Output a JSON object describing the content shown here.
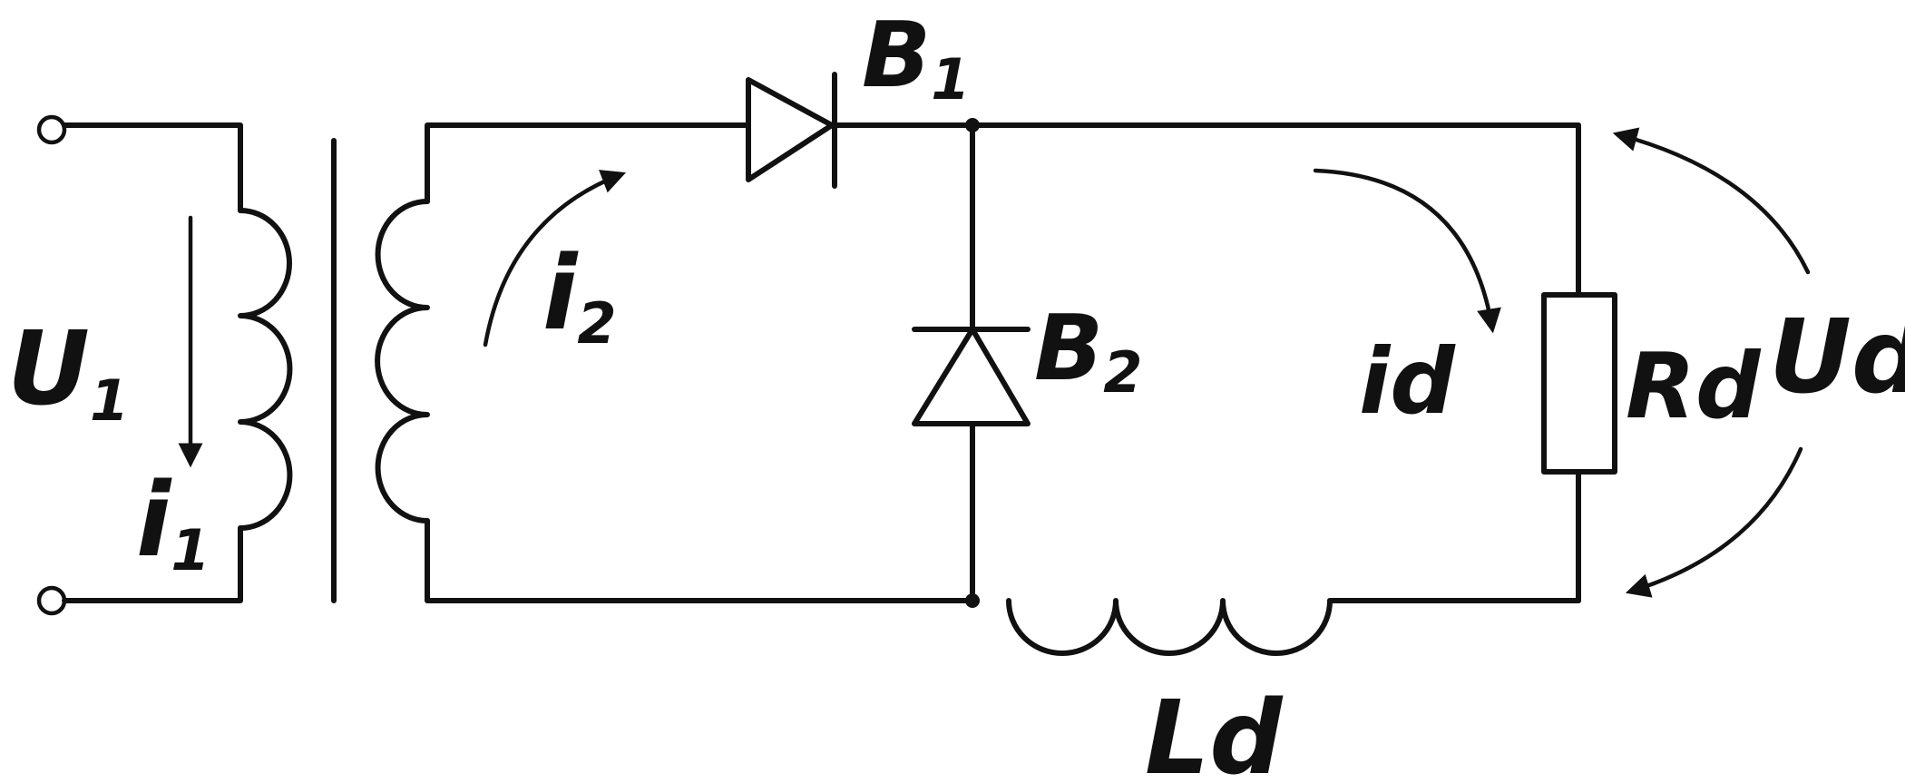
{
  "diagram": {
    "labels": {
      "u1": "U",
      "u1_sub": "1",
      "i1": "i",
      "i1_sub": "1",
      "i2": "i",
      "i2_sub": "2",
      "b1": "B",
      "b1_sub": "1",
      "b2": "B",
      "b2_sub": "2",
      "id": "id",
      "rd": "Rd",
      "ud": "Ud",
      "ld": "Ld"
    },
    "colors": {
      "ink": "#111111",
      "paper": "#ffffff"
    }
  }
}
